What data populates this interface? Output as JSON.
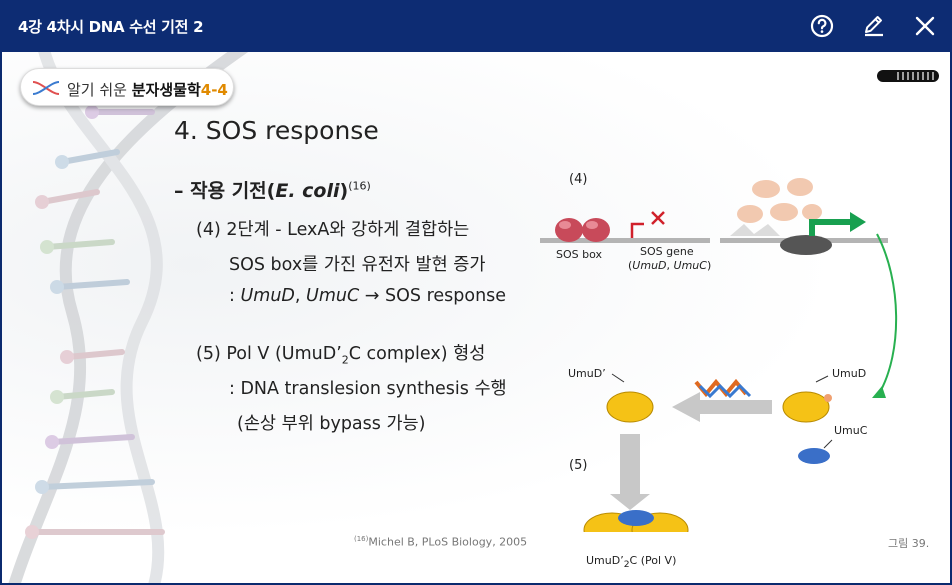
{
  "window": {
    "title": "4강 4차시 DNA 수선 기전 2",
    "help_icon": "help-circle-icon",
    "edit_icon": "pencil-icon",
    "close_icon": "close-icon"
  },
  "badge": {
    "prefix": "알기 쉬운 ",
    "name": "분자생물학",
    "number": "4-4"
  },
  "slide": {
    "heading": "4. SOS response",
    "subheading_prefix": "– 작용 기전(",
    "subheading_italic": "E. coli",
    "subheading_suffix": ")",
    "subheading_ref": "(16)",
    "step4_line1": "(4) 2단계  -  LexA와 강하게 결합하는",
    "step4_line2": "SOS box를 가진 유전자 발현 증가",
    "step4_line3_prefix": ": ",
    "step4_line3_italic1": "UmuD",
    "step4_line3_sep": ", ",
    "step4_line3_italic2": "UmuC",
    "step4_line3_arrow": " → ",
    "step4_line3_suffix": "SOS response",
    "step5_line1_prefix": "(5) Pol V (UmuD’",
    "step5_line1_sub": "2",
    "step5_line1_suffix": "C complex) 형성",
    "step5_line2": ": DNA translesion synthesis 수행",
    "step5_line3": "(손상 부위 bypass 가능)",
    "citation_ref": "(16)",
    "citation": "Michel B, PLoS Biology, 2005",
    "figure_label": "그림 39."
  },
  "diagram": {
    "num4": "(4)",
    "num5": "(5)",
    "sos_box": "SOS box",
    "sos_gene": "SOS gene",
    "sos_gene_open": "(",
    "sos_gene_umud": "UmuD",
    "sos_gene_sep": ", ",
    "sos_gene_umuc": "UmuC",
    "sos_gene_close": ")",
    "umud_prime": "UmuD’",
    "umud": "UmuD",
    "umuc": "UmuC",
    "complex_prefix": "UmuD’",
    "complex_sub": "2",
    "complex_suffix": "C (Pol V)"
  }
}
